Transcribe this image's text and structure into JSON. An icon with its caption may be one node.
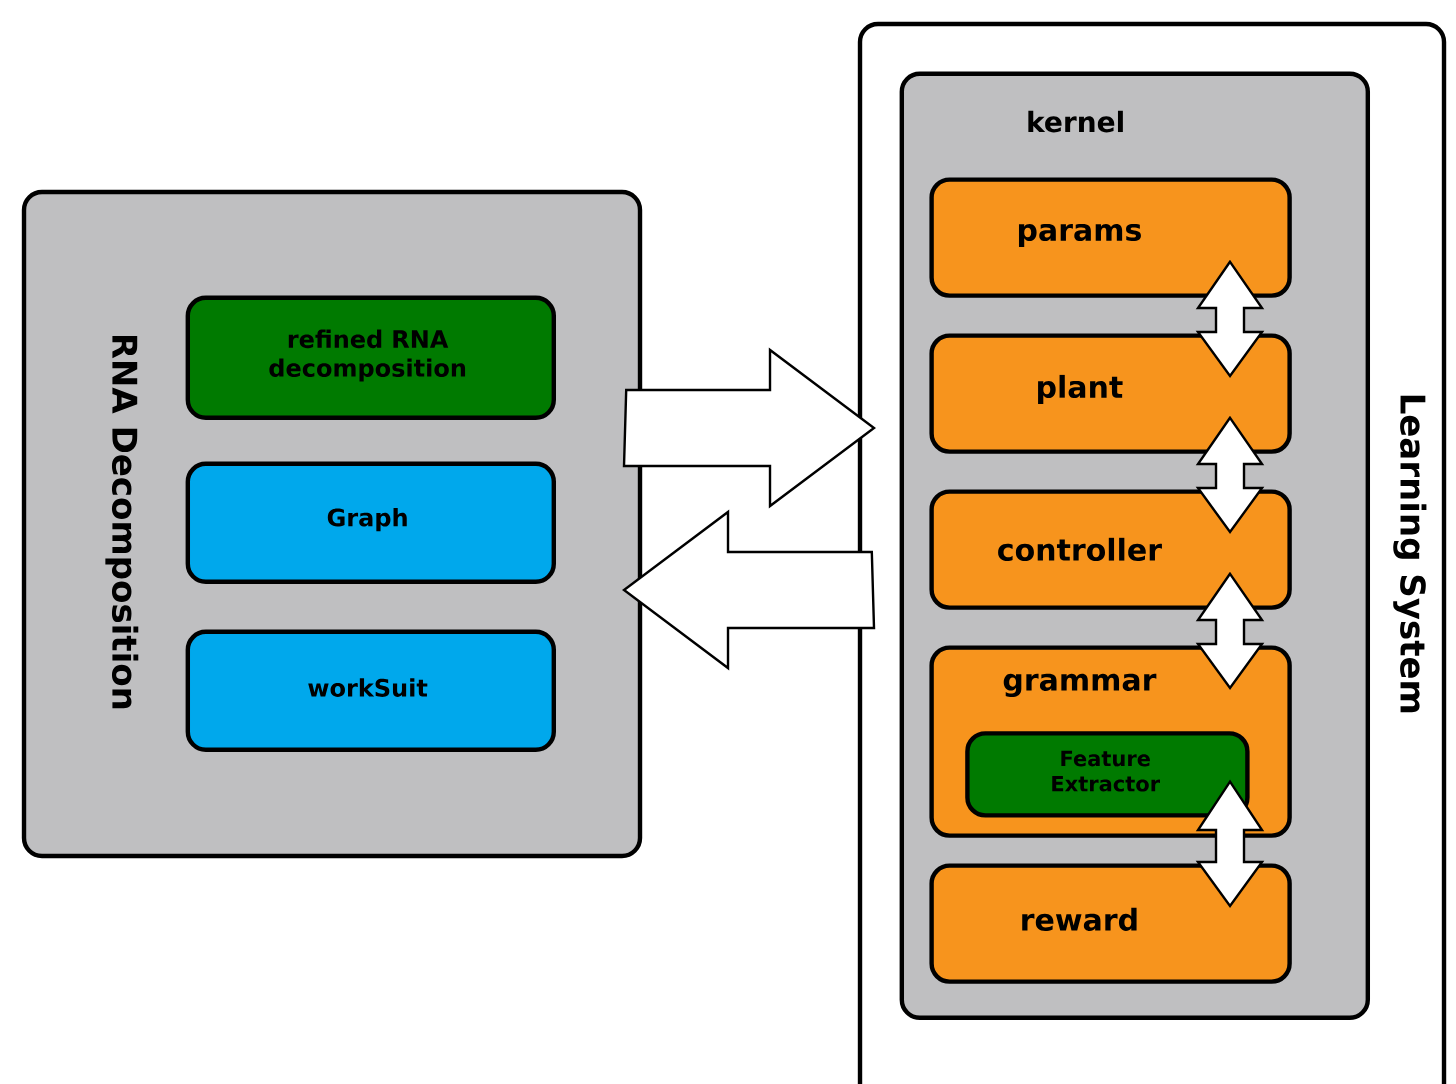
{
  "diagram": {
    "nodes": [
      {
        "text": [
          "RNA Decomposition"
        ]
      },
      {
        "text": [
          "refined RNA decomposition"
        ],
        "in": 0
      },
      {
        "text": [
          "Graph"
        ],
        "in": 0
      },
      {
        "text": [
          "workSuit"
        ],
        "in": 0
      },
      {
        "text": [
          "Learning System"
        ]
      },
      {
        "text": [
          "kernel"
        ],
        "in": 4
      },
      {
        "text": [
          "params"
        ],
        "in": 5
      },
      {
        "text": [
          "plant"
        ],
        "in": 5
      },
      {
        "text": [
          "controller"
        ],
        "in": 5
      },
      {
        "text": [
          "grammar"
        ],
        "in": 5
      },
      {
        "text": [
          "Feature Extractor"
        ],
        "in": 9
      },
      {
        "text": [
          "reward"
        ],
        "in": 5
      }
    ],
    "edges": [
      {
        "from": 0,
        "to": 4,
        "arrow": "to"
      },
      {
        "from": 4,
        "to": 0,
        "arrow": "to"
      },
      {
        "from": 6,
        "to": 7,
        "arrow": "both"
      },
      {
        "from": 7,
        "to": 8,
        "arrow": "both"
      },
      {
        "from": 8,
        "to": 9,
        "arrow": "both"
      },
      {
        "from": 10,
        "to": 11,
        "arrow": "both"
      }
    ]
  }
}
